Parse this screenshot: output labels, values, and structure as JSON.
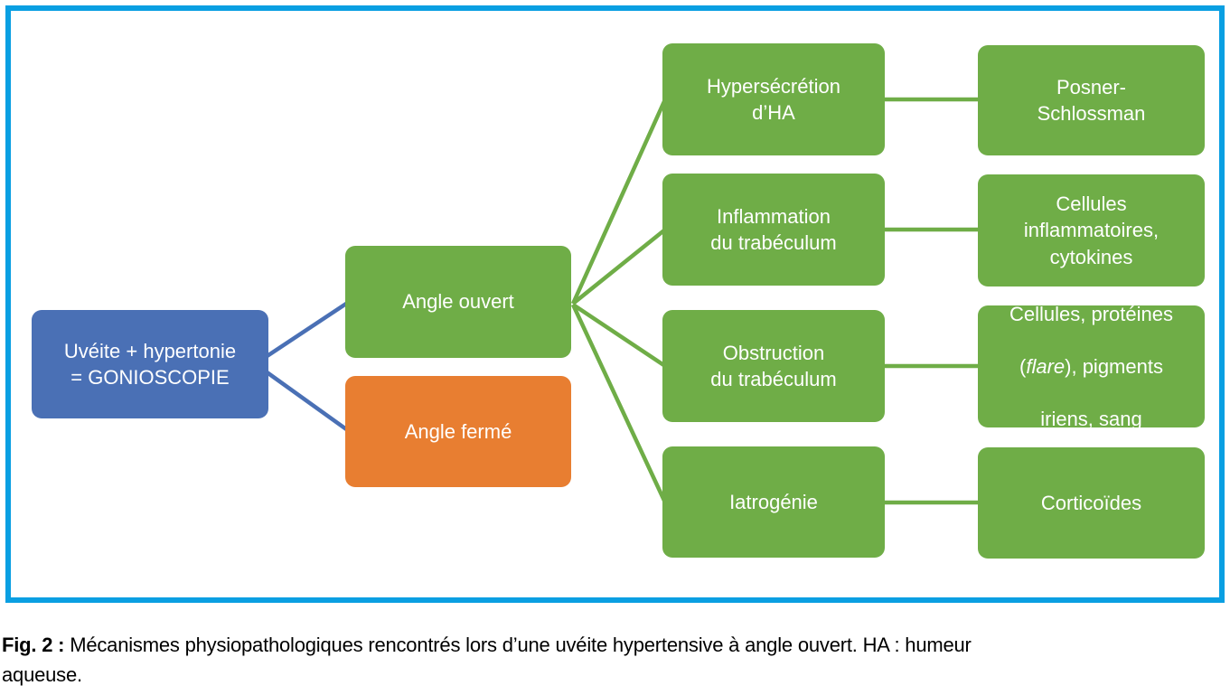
{
  "colors": {
    "frame_border": "#0a9fe2",
    "node_blue": "#4a70b5",
    "node_green": "#6fad47",
    "node_orange": "#e87e31",
    "node_text": "#ffffff",
    "caption_text": "#000000"
  },
  "nodes": {
    "root": {
      "text": "Uvéite + hypertonie\n= GONIOSCOPIE"
    },
    "angle_ouvert": {
      "text": "Angle ouvert"
    },
    "angle_ferme": {
      "text": "Angle fermé"
    },
    "hypersecretion": {
      "text": "Hypersécrétion\nd’HA"
    },
    "inflammation": {
      "text": "Inflammation\ndu trabéculum"
    },
    "obstruction": {
      "text": "Obstruction\ndu trabéculum"
    },
    "iatrogenie": {
      "text": "Iatrogénie"
    },
    "posner": {
      "text": "Posner-\nSchlossman"
    },
    "cellules_inflammatoires": {
      "text": "Cellules\ninflammatoires,\ncytokines"
    },
    "flare": {
      "line1": "Cellules, protéines",
      "line2_pre": "(",
      "line2_italic": "flare",
      "line2_post": "), pigments",
      "line3": "iriens, sang"
    },
    "corticoides": {
      "text": "Corticoïdes"
    }
  },
  "caption": {
    "label": "Fig. 2 :",
    "text": " Mécanismes physiopathologiques rencontrés lors d’une uvéite hypertensive à angle ouvert. HA : humeur\naqueuse."
  }
}
